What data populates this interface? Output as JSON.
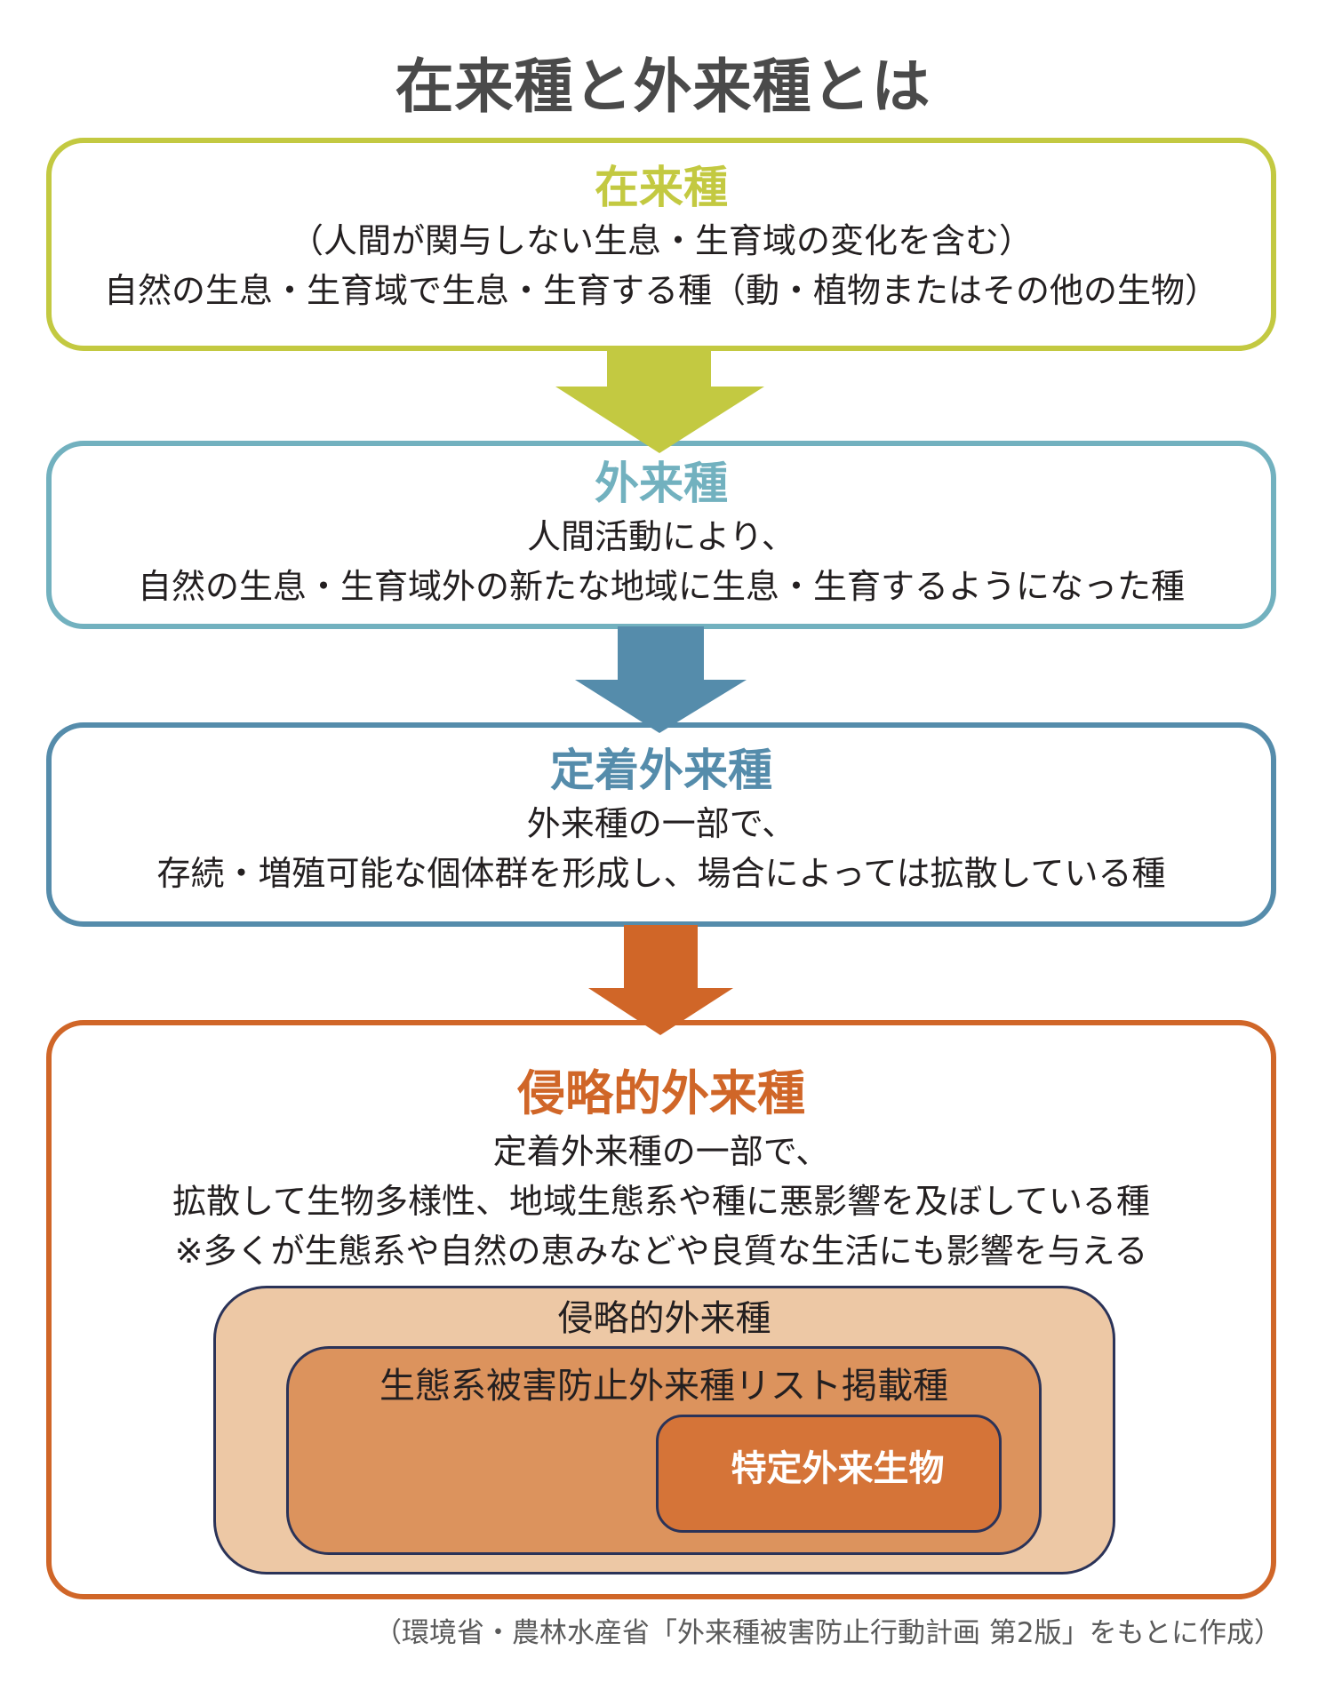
{
  "title": "在来種と外来種とは",
  "colors": {
    "native": "#c3c941",
    "alien": "#72b1bf",
    "established": "#558cab",
    "invasive": "#d06628",
    "nest_outer": "#edc8a5",
    "nest_middle": "#dc935d",
    "nest_inner": "#d57438",
    "nest_border": "#2b3358"
  },
  "boxes": [
    {
      "heading": "在来種",
      "lines": [
        "（人間が関与しない生息・生育域の変化を含む）",
        "自然の生息・生育域で生息・生育する種（動・植物またはその他の生物）"
      ]
    },
    {
      "heading": "外来種",
      "lines": [
        "人間活動により、",
        "自然の生息・生育域外の新たな地域に生息・生育するようになった種"
      ]
    },
    {
      "heading": "定着外来種",
      "lines": [
        "外来種の一部で、",
        "存続・増殖可能な個体群を形成し、場合によっては拡散している種"
      ]
    },
    {
      "heading": "侵略的外来種",
      "lines": [
        "定着外来種の一部で、",
        "拡散して生物多様性、地域生態系や種に悪影響を及ぼしている種",
        "※多くが生態系や自然の恵みなどや良質な生活にも影響を与える"
      ]
    }
  ],
  "nested": {
    "outer": "侵略的外来種",
    "middle": "生態系被害防止外来種リスト掲載種",
    "inner": "特定外来生物"
  },
  "source": "（環境省・農林水産省「外来種被害防止行動計画 第2版」をもとに作成）"
}
